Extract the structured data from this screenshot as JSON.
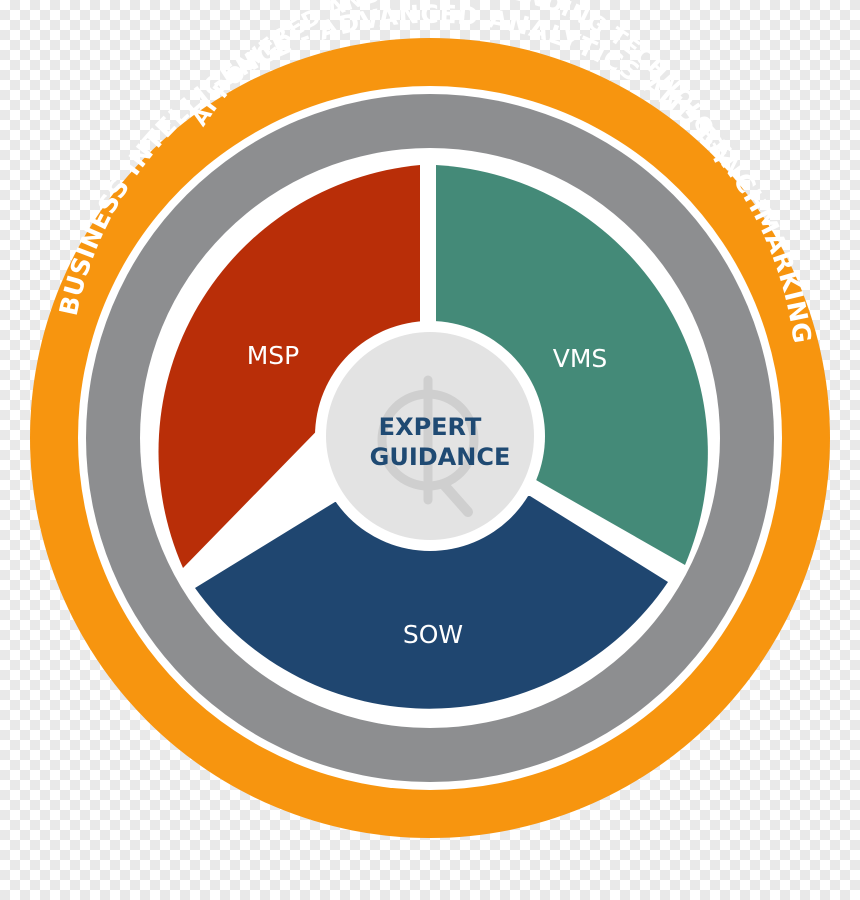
{
  "outer_ring": {
    "text": "BUSINESS INTELLIGENCE - ADVANCED ANALYTICS AND BENCHMARKING",
    "color": "#f7950f"
  },
  "middle_ring": {
    "text": "AI POWERED AND PATENT-PENDING TECHNOLOGY",
    "color": "#8d8e90"
  },
  "segments": [
    {
      "label": "MSP",
      "color": "#b92e08"
    },
    {
      "label": "VMS",
      "color": "#448a78"
    },
    {
      "label": "SOW",
      "color": "#1f4670"
    }
  ],
  "center": {
    "line1": "EXPERT",
    "line2": "GUIDANCE",
    "text_color": "#1f4a73",
    "fill": "#e3e3e3",
    "icon": "q-logo-icon"
  },
  "background": "transparency-checkerboard"
}
